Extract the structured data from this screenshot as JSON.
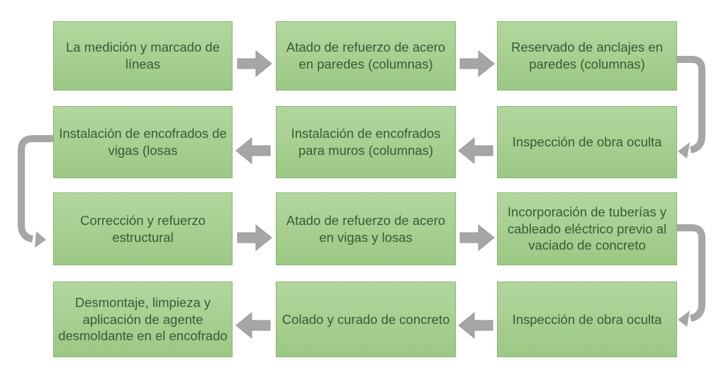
{
  "theme": {
    "background": "#ffffff",
    "box_fill_top": "#b2d79e",
    "box_fill_bottom": "#9cc884",
    "box_border": "#8ab671",
    "box_text": "#3b5a35",
    "arrow_fill": "#a6a6a6",
    "arrow_stroke": "#979797"
  },
  "flowchart": {
    "type": "process-flow-snake-grid",
    "rows": 4,
    "cols": 3,
    "steps": [
      {
        "order": 1,
        "row": 0,
        "col": 0,
        "label": "La medición y marcado de líneas"
      },
      {
        "order": 2,
        "row": 0,
        "col": 1,
        "label": "Atado de refuerzo de acero en paredes (columnas)"
      },
      {
        "order": 3,
        "row": 0,
        "col": 2,
        "label": "Reservado de anclajes en paredes (columnas)"
      },
      {
        "order": 4,
        "row": 1,
        "col": 2,
        "label": "Inspección de obra oculta"
      },
      {
        "order": 5,
        "row": 1,
        "col": 1,
        "label": "Instalación de encofrados para muros (columnas)"
      },
      {
        "order": 6,
        "row": 1,
        "col": 0,
        "label": "Instalación de  encofrados de vigas (losas"
      },
      {
        "order": 7,
        "row": 2,
        "col": 0,
        "label": "Corrección y refuerzo estructural"
      },
      {
        "order": 8,
        "row": 2,
        "col": 1,
        "label": "Atado de refuerzo de acero en vigas y losas"
      },
      {
        "order": 9,
        "row": 2,
        "col": 2,
        "label": "Incorporación de tuberías y cableado eléctrico previo al vaciado de concreto"
      },
      {
        "order": 10,
        "row": 3,
        "col": 2,
        "label": "Inspección de obra oculta"
      },
      {
        "order": 11,
        "row": 3,
        "col": 1,
        "label": "Colado y curado de concreto"
      },
      {
        "order": 12,
        "row": 3,
        "col": 0,
        "label": "Desmontaje, limpieza y aplicación de agente desmoldante en el encofrado"
      }
    ],
    "connectors": [
      {
        "from": 1,
        "to": 2,
        "style": "block-arrow-right"
      },
      {
        "from": 2,
        "to": 3,
        "style": "block-arrow-right"
      },
      {
        "from": 3,
        "to": 4,
        "style": "elbow-down-right-side"
      },
      {
        "from": 4,
        "to": 5,
        "style": "block-arrow-left"
      },
      {
        "from": 5,
        "to": 6,
        "style": "block-arrow-left"
      },
      {
        "from": 6,
        "to": 7,
        "style": "elbow-down-left-side"
      },
      {
        "from": 7,
        "to": 8,
        "style": "block-arrow-right"
      },
      {
        "from": 8,
        "to": 9,
        "style": "block-arrow-right"
      },
      {
        "from": 9,
        "to": 10,
        "style": "elbow-down-right-side"
      },
      {
        "from": 10,
        "to": 11,
        "style": "block-arrow-left"
      },
      {
        "from": 11,
        "to": 12,
        "style": "block-arrow-left"
      }
    ]
  }
}
